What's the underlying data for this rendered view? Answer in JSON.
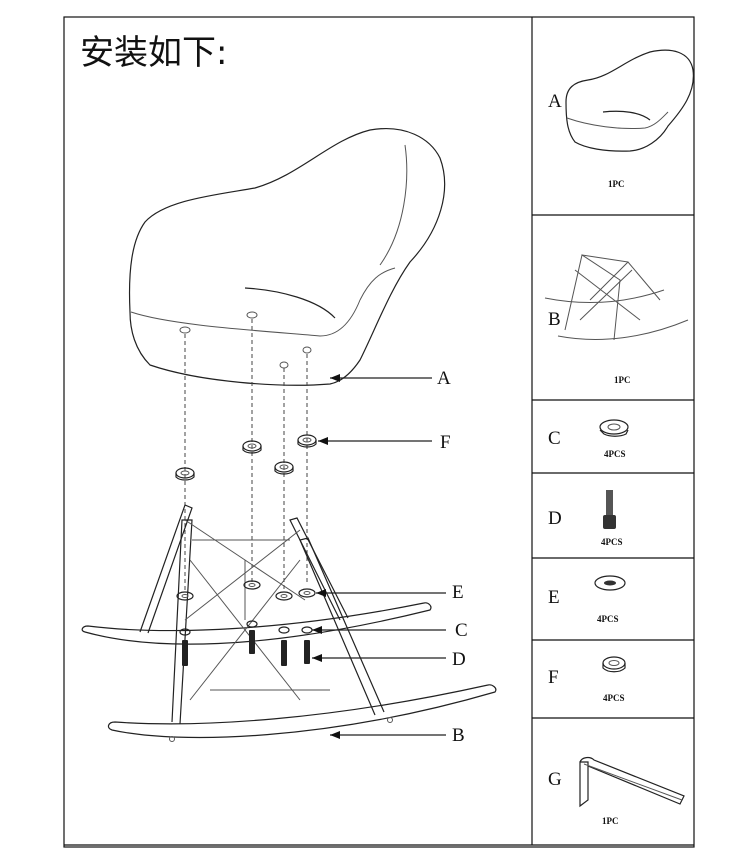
{
  "title": "安装如下:",
  "callouts": [
    "A",
    "F",
    "E",
    "C",
    "D",
    "B"
  ],
  "parts": [
    {
      "letter": "A",
      "qty": "1PC",
      "icon": "seat-shell-icon"
    },
    {
      "letter": "B",
      "qty": "1PC",
      "icon": "rocker-base-icon"
    },
    {
      "letter": "C",
      "qty": "4PCS",
      "icon": "spring-washer-icon"
    },
    {
      "letter": "D",
      "qty": "4PCS",
      "icon": "bolt-icon"
    },
    {
      "letter": "E",
      "qty": "4PCS",
      "icon": "flat-washer-icon"
    },
    {
      "letter": "F",
      "qty": "4PCS",
      "icon": "rubber-pad-icon"
    },
    {
      "letter": "G",
      "qty": "1PC",
      "icon": "hex-key-icon"
    }
  ]
}
